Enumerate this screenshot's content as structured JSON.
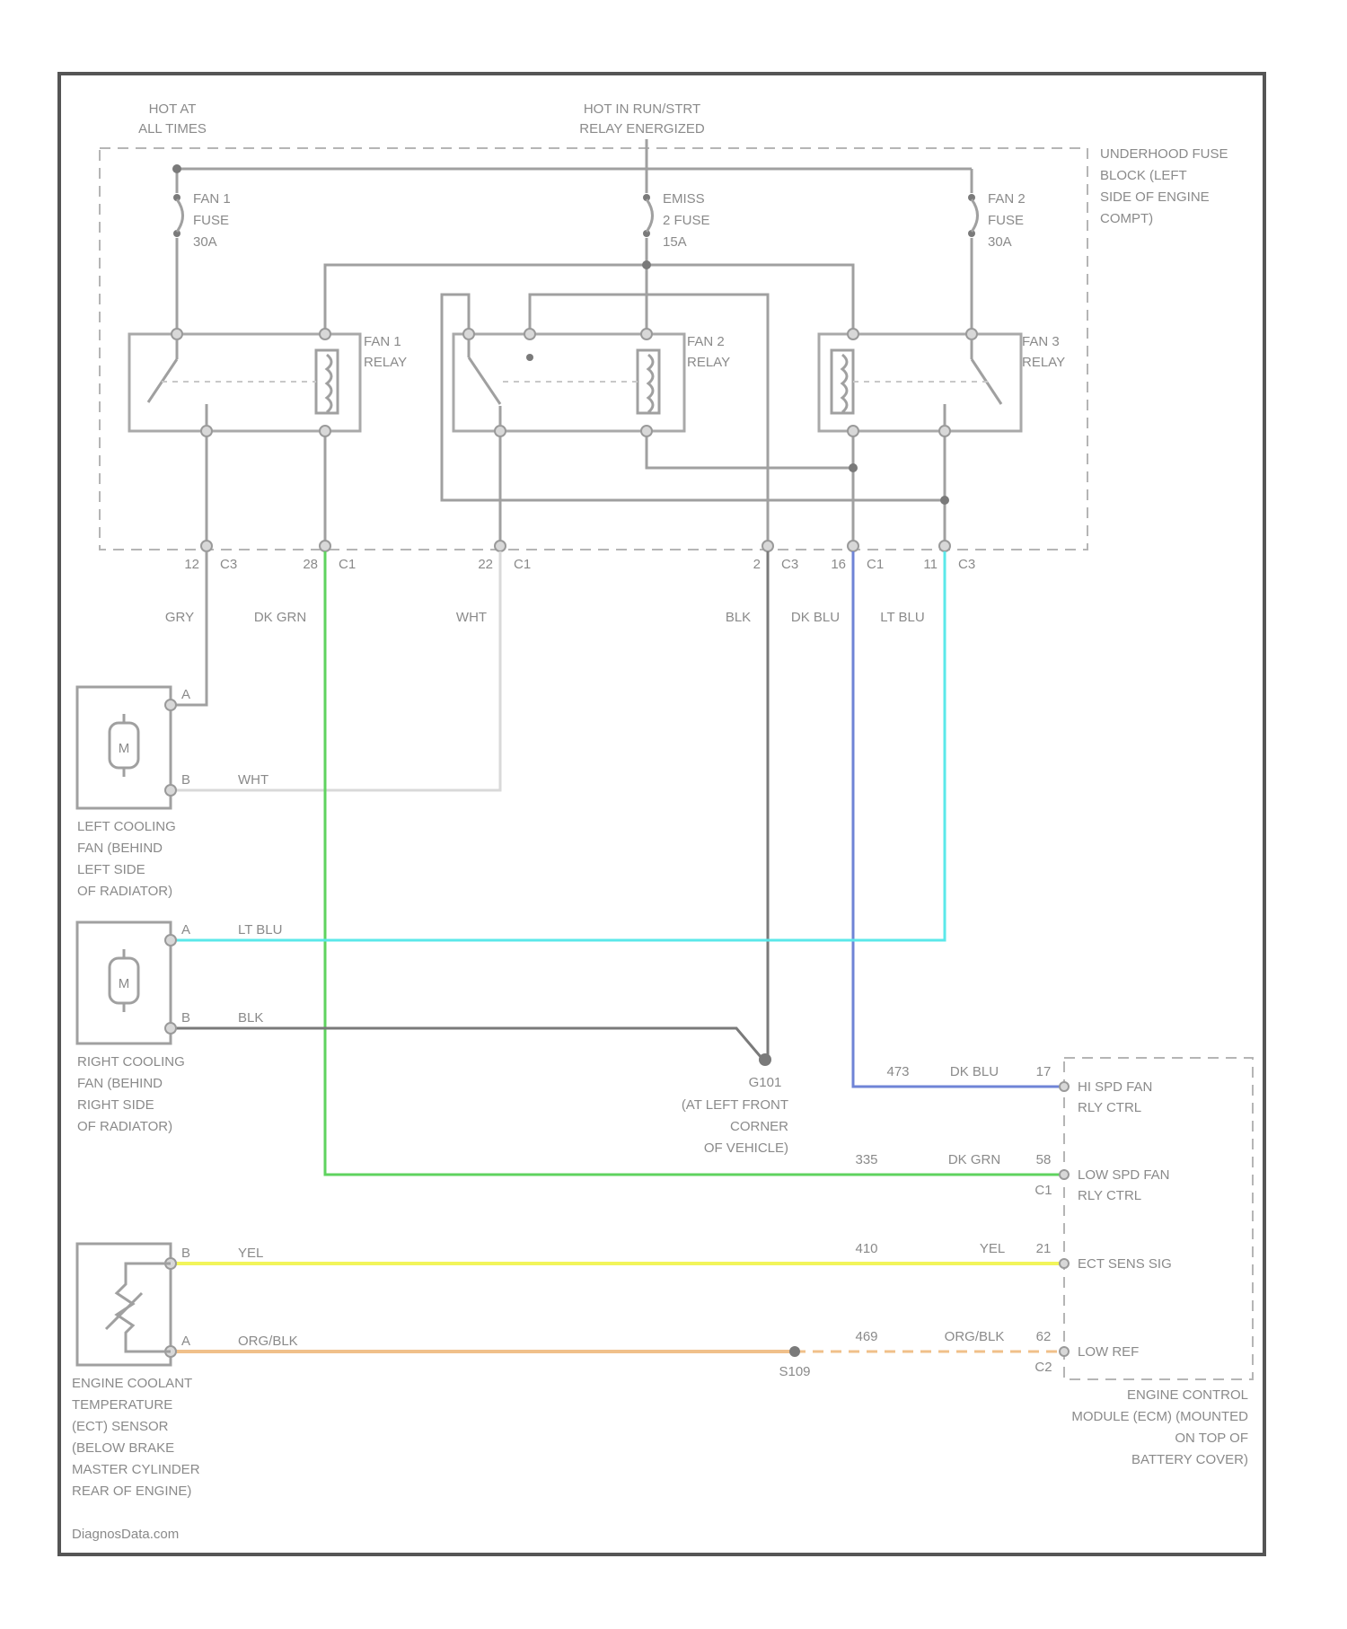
{
  "colors": {
    "frame": "#555555",
    "wire_gray": "#a0a0a0",
    "dk_grn": "#5fd35f",
    "dk_blu": "#6f84d6",
    "lt_blu": "#5be8ea",
    "blk": "#7a7a7a",
    "wht": "#d9d9d9",
    "yel": "#f2f55a",
    "org_blk": "#f0c08a"
  },
  "top": {
    "hot_all": [
      "HOT AT",
      "ALL TIMES"
    ],
    "hot_relay": [
      "HOT IN RUN/STRT",
      "RELAY ENERGIZED"
    ]
  },
  "fuse_block_label": [
    "UNDERHOOD FUSE",
    "BLOCK (LEFT",
    "SIDE OF ENGINE",
    "COMPT)"
  ],
  "fuses": [
    [
      "FAN 1",
      "FUSE",
      "30A"
    ],
    [
      "EMISS",
      "2 FUSE",
      "15A"
    ],
    [
      "FAN 2",
      "FUSE",
      "30A"
    ]
  ],
  "relays": [
    [
      "FAN 1",
      "RELAY"
    ],
    [
      "FAN 2",
      "RELAY"
    ],
    [
      "FAN 3",
      "RELAY"
    ]
  ],
  "connectors": [
    {
      "pin": "12",
      "conn": "C3"
    },
    {
      "pin": "28",
      "conn": "C1"
    },
    {
      "pin": "22",
      "conn": "C1"
    },
    {
      "pin": "2",
      "conn": "C3"
    },
    {
      "pin": "16",
      "conn": "C1"
    },
    {
      "pin": "11",
      "conn": "C3"
    }
  ],
  "wire_colors_top": [
    "GRY",
    "DK GRN",
    "WHT",
    "BLK",
    "DK BLU",
    "LT BLU"
  ],
  "left_fan": {
    "pin_a": "A",
    "pin_b": "B",
    "motor": "M",
    "wire_b": "WHT",
    "label": [
      "LEFT COOLING",
      "FAN (BEHIND",
      "LEFT SIDE",
      "OF RADIATOR)"
    ]
  },
  "right_fan": {
    "pin_a": "A",
    "pin_b": "B",
    "motor": "M",
    "wire_a": "LT BLU",
    "wire_b": "BLK",
    "label": [
      "RIGHT COOLING",
      "FAN (BEHIND",
      "RIGHT SIDE",
      "OF RADIATOR)"
    ]
  },
  "ground": {
    "id": "G101",
    "label": [
      "(AT LEFT FRONT",
      "CORNER",
      "OF VEHICLE)"
    ]
  },
  "ecm": {
    "rows": [
      {
        "circuit": "473",
        "wire": "DK BLU",
        "pin": "17",
        "conn": "",
        "label": [
          "HI SPD FAN",
          "RLY CTRL"
        ]
      },
      {
        "circuit": "335",
        "wire": "DK GRN",
        "pin": "58",
        "conn": "C1",
        "label": [
          "LOW SPD FAN",
          "RLY CTRL"
        ]
      },
      {
        "circuit": "410",
        "wire": "YEL",
        "pin": "21",
        "conn": "",
        "label": [
          "ECT SENS SIG"
        ]
      },
      {
        "circuit": "469",
        "wire": "ORG/BLK",
        "pin": "62",
        "conn": "C2",
        "label": [
          "LOW REF"
        ]
      }
    ],
    "label": [
      "ENGINE CONTROL",
      "MODULE (ECM) (MOUNTED",
      "ON TOP OF",
      "BATTERY COVER)"
    ]
  },
  "ect_sensor": {
    "pin_b": "B",
    "pin_a": "A",
    "wire_b": "YEL",
    "wire_a": "ORG/BLK",
    "label": [
      "ENGINE COOLANT",
      "TEMPERATURE",
      "(ECT) SENSOR",
      "(BELOW BRAKE",
      "MASTER CYLINDER",
      "REAR OF ENGINE)"
    ]
  },
  "splice": "S109",
  "watermark": "DiagnosData.com"
}
